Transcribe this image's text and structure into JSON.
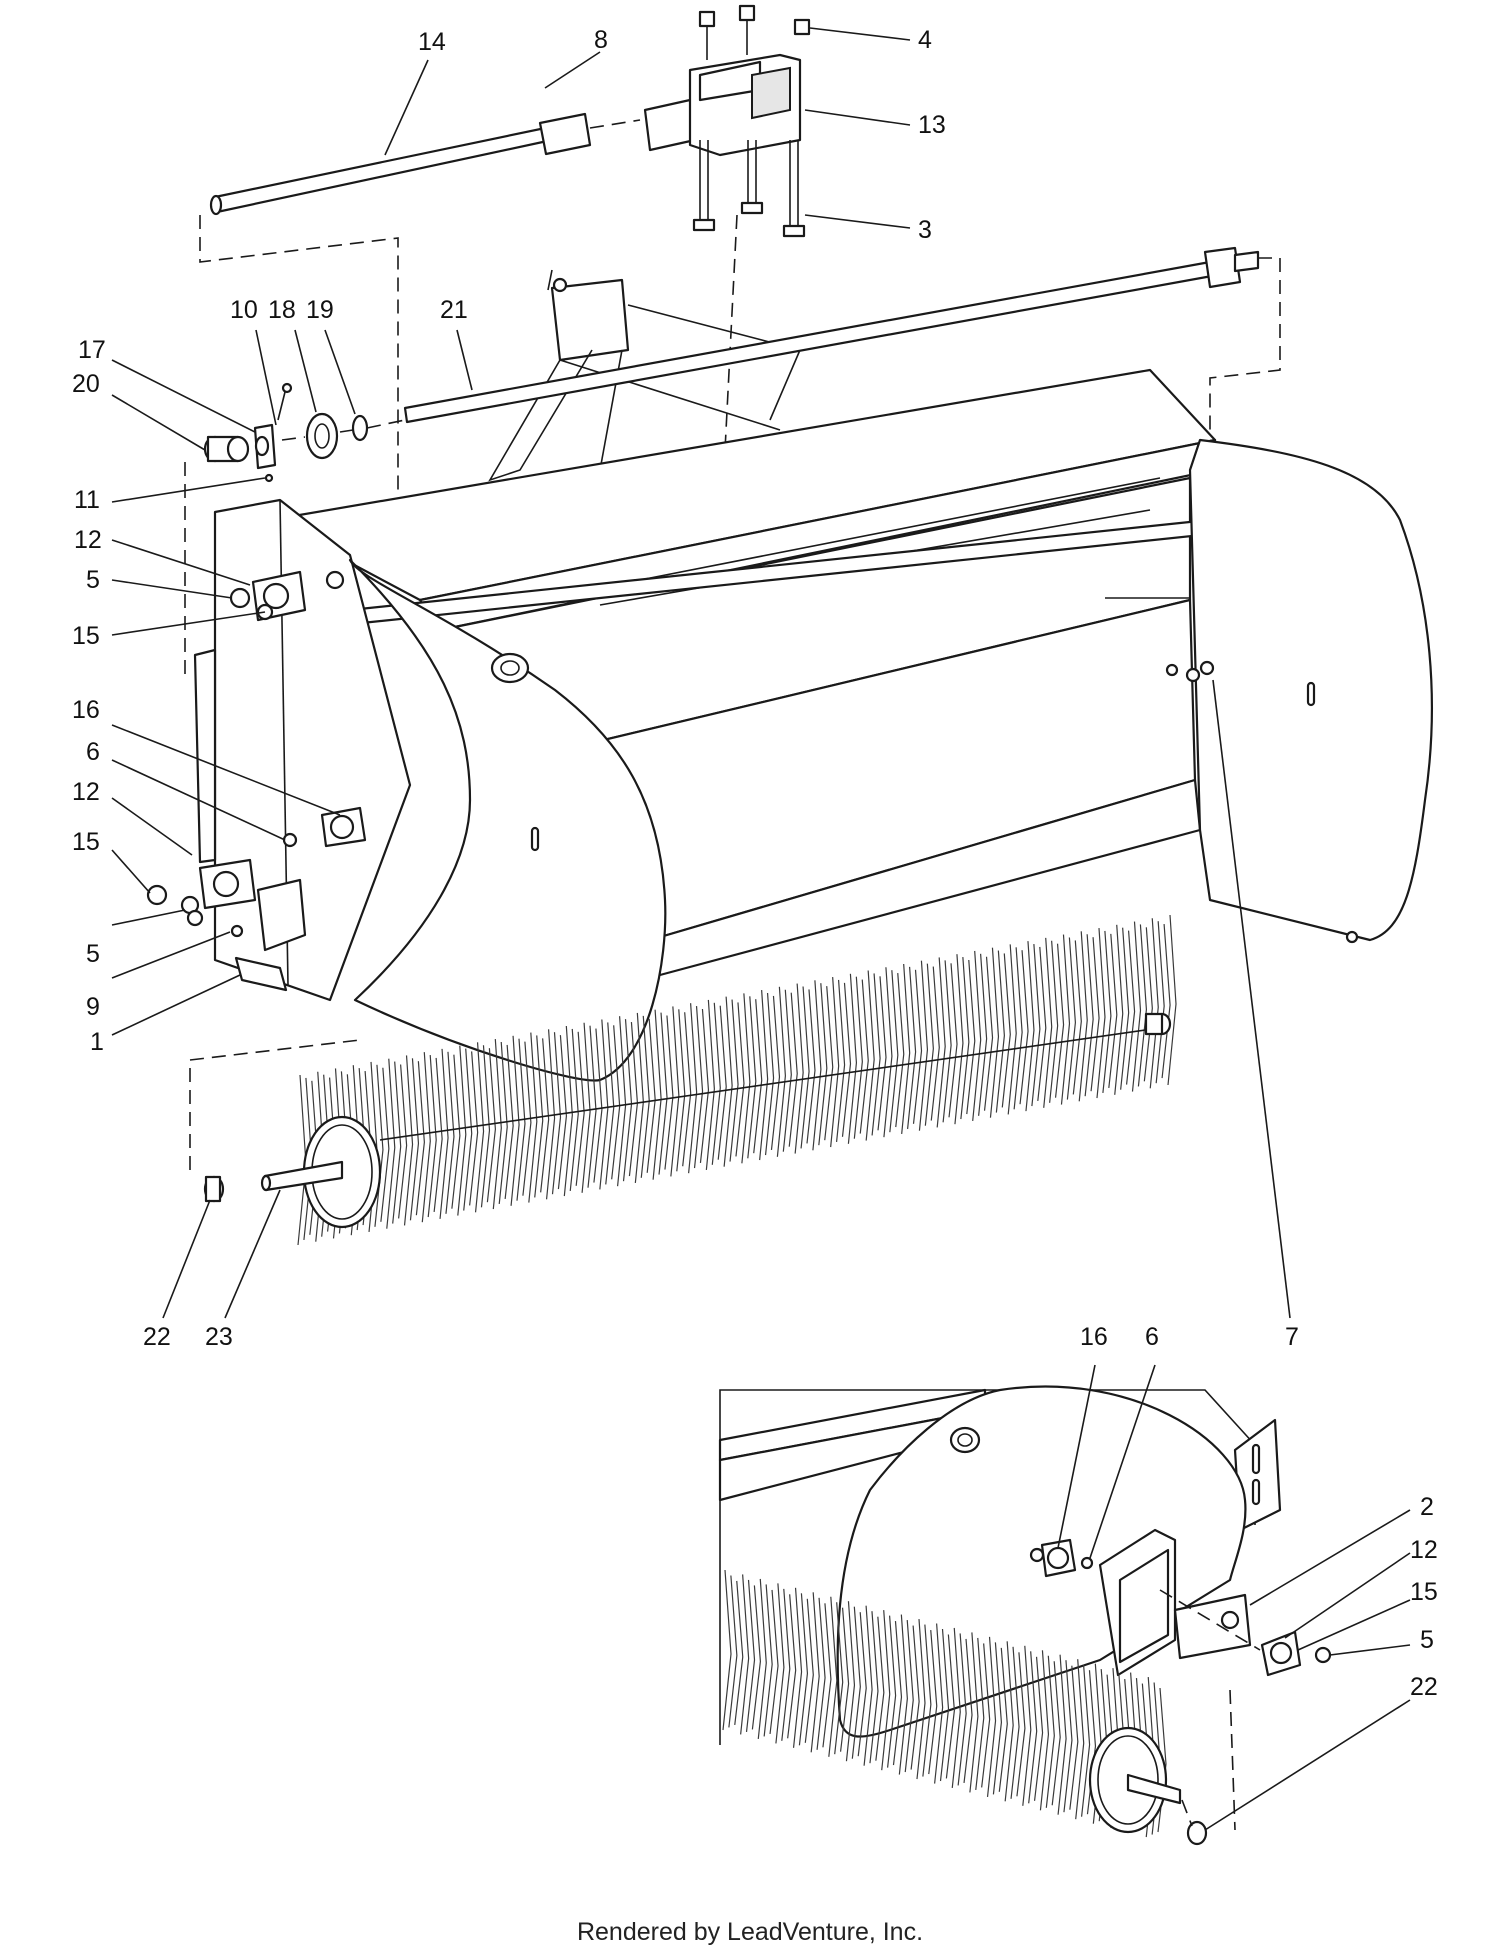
{
  "diagram": {
    "title": "",
    "callouts": {
      "c14": "14",
      "c8": "8",
      "c4": "4",
      "c13": "13",
      "c3": "3",
      "c10": "10",
      "c18": "18",
      "c19": "19",
      "c21": "21",
      "c17": "17",
      "c20": "20",
      "c11": "11",
      "c12a": "12",
      "c5a": "5",
      "c15a": "15",
      "c16a": "16",
      "c6a": "6",
      "c12b": "12",
      "c15b": "15",
      "c5b": "5",
      "c9": "9",
      "c1": "1",
      "c22a": "22",
      "c23": "23",
      "c7": "7",
      "c16b": "16",
      "c6b": "6",
      "c2": "2",
      "c12c": "12",
      "c15c": "15",
      "c5c": "5",
      "c22b": "22"
    },
    "footer": "Rendered by LeadVenture, Inc."
  }
}
